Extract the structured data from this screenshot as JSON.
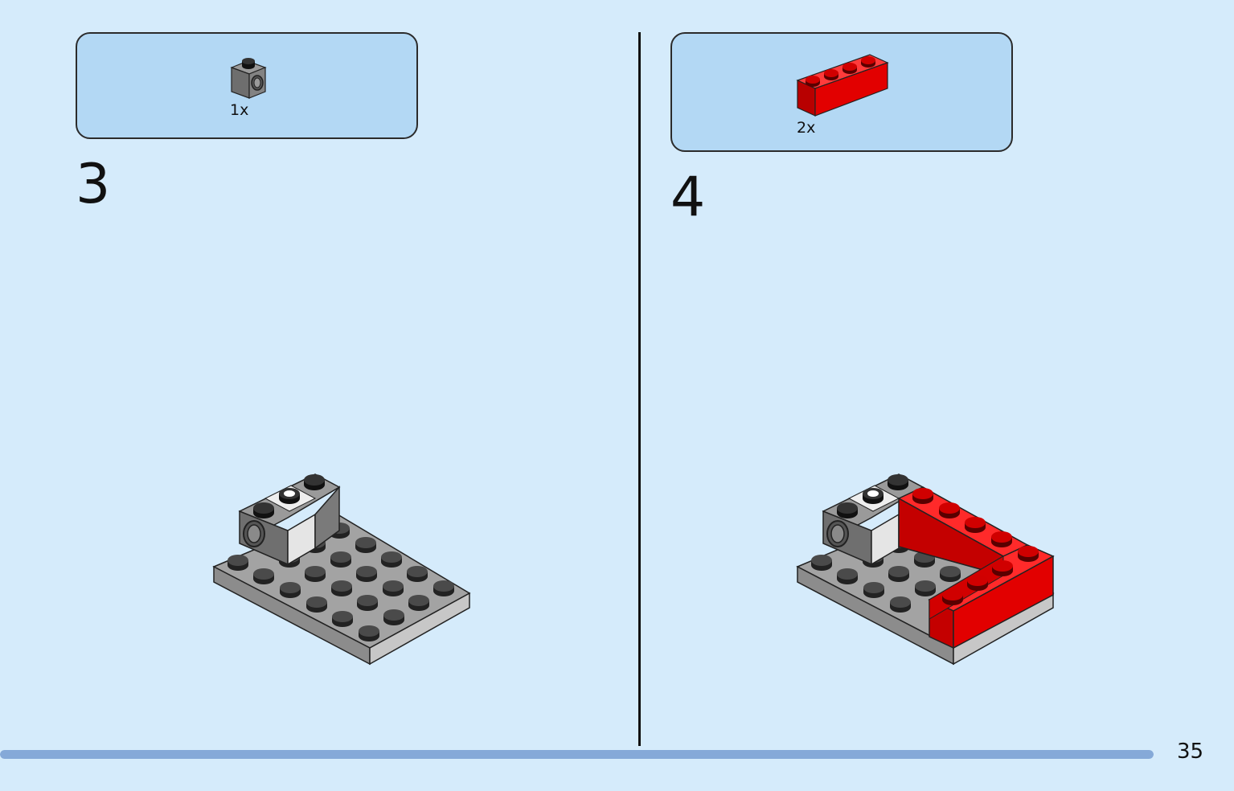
{
  "page": {
    "number": "35",
    "progress": 1.0
  },
  "colors": {
    "background": "#d5ebfb",
    "parts_box": "#b3d8f4",
    "progress": "#85a9d8",
    "brick_red": "#e20000",
    "brick_gray": "#8a8a8a",
    "plate_gray": "#a3a3a3",
    "stud_dark": "#1e1e1e"
  },
  "steps": [
    {
      "number": "3",
      "parts": [
        {
          "qty": "1x",
          "part": "technic-brick-1x1-dark-gray"
        }
      ]
    },
    {
      "number": "4",
      "parts": [
        {
          "qty": "2x",
          "part": "brick-1x4-red"
        }
      ]
    }
  ]
}
